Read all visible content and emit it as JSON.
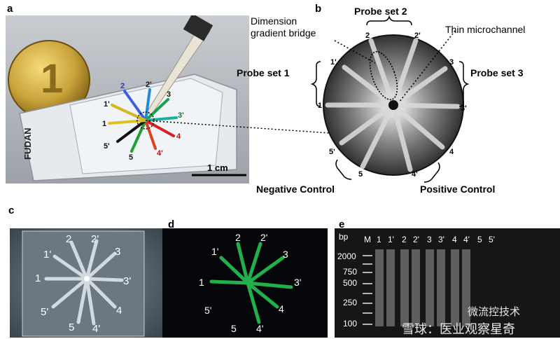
{
  "panels": {
    "a": {
      "label": "a",
      "slide_text": "FUDAN",
      "scale_bar": "1 cm",
      "channel_labels": [
        "1",
        "1'",
        "2",
        "2'",
        "3",
        "3'",
        "4",
        "4'",
        "5",
        "5'"
      ]
    },
    "b": {
      "label": "b",
      "annotations": {
        "dimension_gradient_bridge": "Dimension\ngradient bridge",
        "thin_microchannel": "Thin microchannel",
        "probe_set_1": "Probe set 1",
        "probe_set_2": "Probe set 2",
        "probe_set_3": "Probe set 3",
        "negative_control": "Negative Control",
        "positive_control": "Positive Control"
      },
      "channel_labels": [
        "1",
        "1'",
        "2",
        "2'",
        "3",
        "3'",
        "4",
        "4'",
        "5",
        "5'"
      ]
    },
    "c": {
      "label": "c",
      "channel_labels": [
        "1",
        "1'",
        "2",
        "2'",
        "3",
        "3'",
        "4",
        "4'",
        "5",
        "5'"
      ]
    },
    "d": {
      "label": "d",
      "channel_labels": [
        "1",
        "1'",
        "2",
        "2'",
        "3",
        "3'",
        "4",
        "4'",
        "5",
        "5'"
      ]
    },
    "e": {
      "label": "e",
      "bp_label": "bp",
      "ladder_label": "M",
      "lane_labels": [
        "1",
        "1'",
        "2",
        "2'",
        "3",
        "3'",
        "4",
        "4'",
        "5",
        "5'"
      ],
      "size_markers": [
        "2000",
        "750",
        "500",
        "250",
        "100"
      ]
    }
  },
  "watermark": {
    "text1": "微流控技术",
    "text2": "雪球：医业观察星奇"
  },
  "colors": {
    "green_channel": "#21b04b",
    "gel_bg": "#1a1a1a"
  }
}
